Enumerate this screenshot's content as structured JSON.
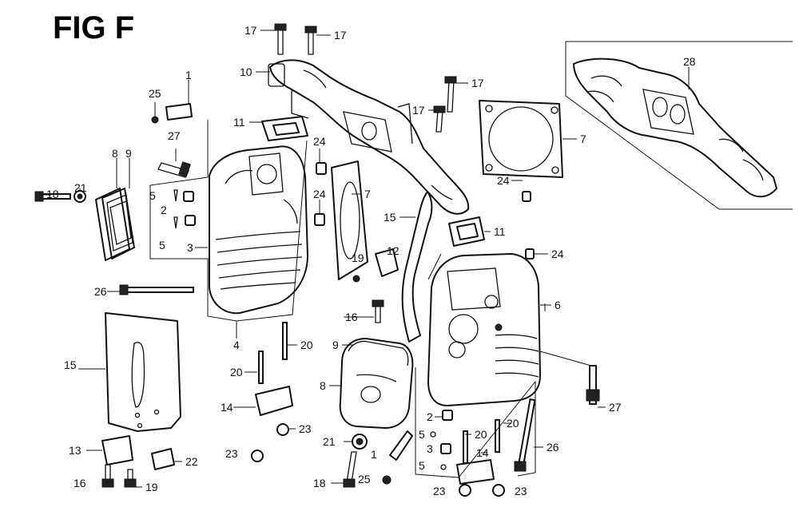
{
  "title": "FIG F",
  "callouts": [
    {
      "label": "17"
    },
    {
      "label": "17"
    },
    {
      "label": "10"
    },
    {
      "label": "17"
    },
    {
      "label": "17"
    },
    {
      "label": "28"
    },
    {
      "label": "7"
    },
    {
      "label": "1"
    },
    {
      "label": "25"
    },
    {
      "label": "11"
    },
    {
      "label": "27"
    },
    {
      "label": "24"
    },
    {
      "label": "8"
    },
    {
      "label": "9"
    },
    {
      "label": "24"
    },
    {
      "label": "7"
    },
    {
      "label": "24"
    },
    {
      "label": "18"
    },
    {
      "label": "21"
    },
    {
      "label": "5"
    },
    {
      "label": "2"
    },
    {
      "label": "5"
    },
    {
      "label": "3"
    },
    {
      "label": "15"
    },
    {
      "label": "11"
    },
    {
      "label": "24"
    },
    {
      "label": "19"
    },
    {
      "label": "12"
    },
    {
      "label": "26"
    },
    {
      "label": "6"
    },
    {
      "label": "16"
    },
    {
      "label": "4"
    },
    {
      "label": "20"
    },
    {
      "label": "9"
    },
    {
      "label": "15"
    },
    {
      "label": "20"
    },
    {
      "label": "8"
    },
    {
      "label": "27"
    },
    {
      "label": "14"
    },
    {
      "label": "2"
    },
    {
      "label": "23"
    },
    {
      "label": "5"
    },
    {
      "label": "20"
    },
    {
      "label": "21"
    },
    {
      "label": "20"
    },
    {
      "label": "3"
    },
    {
      "label": "26"
    },
    {
      "label": "13"
    },
    {
      "label": "1"
    },
    {
      "label": "14"
    },
    {
      "label": "23"
    },
    {
      "label": "5"
    },
    {
      "label": "22"
    },
    {
      "label": "16"
    },
    {
      "label": "19"
    },
    {
      "label": "18"
    },
    {
      "label": "25"
    },
    {
      "label": "23"
    },
    {
      "label": "23"
    }
  ]
}
